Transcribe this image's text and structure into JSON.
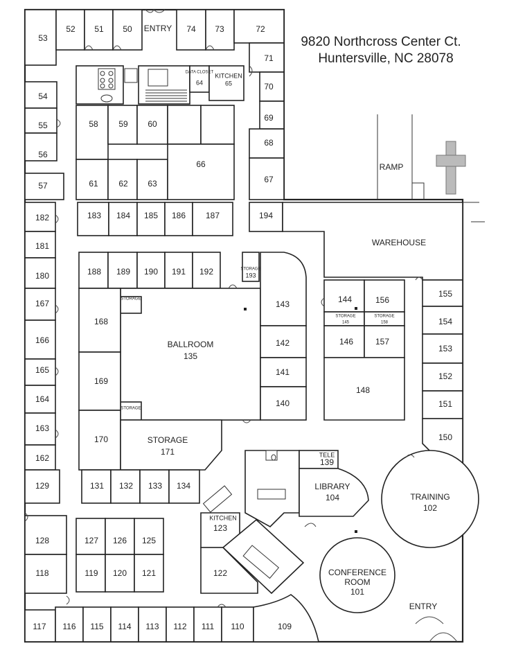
{
  "address": {
    "line1": "9820 Northcross Center Ct.",
    "line2": "Huntersville, NC 28078"
  },
  "labels": {
    "entry_top": "ENTRY",
    "entry_bottom": "ENTRY",
    "ramp": "RAMP",
    "warehouse": "WAREHOUSE",
    "data_closet": "DATA CLOSET",
    "kitchen_top": "KITCHEN",
    "kitchen_bottom": "KITCHEN",
    "ballroom": "BALLROOM",
    "storage_main": "STORAGE",
    "storage_small": "STORAGE",
    "tele": "TELE",
    "library": "LIBRARY",
    "training": "TRAINING",
    "conference_line1": "CONFERENCE",
    "conference_line2": "ROOM"
  },
  "rooms": [
    {
      "id": "53",
      "label": "53"
    },
    {
      "id": "52",
      "label": "52"
    },
    {
      "id": "51",
      "label": "51"
    },
    {
      "id": "50",
      "label": "50"
    },
    {
      "id": "74",
      "label": "74"
    },
    {
      "id": "73",
      "label": "73"
    },
    {
      "id": "72",
      "label": "72"
    },
    {
      "id": "71",
      "label": "71"
    },
    {
      "id": "70",
      "label": "70"
    },
    {
      "id": "69",
      "label": "69"
    },
    {
      "id": "68",
      "label": "68"
    },
    {
      "id": "67",
      "label": "67"
    },
    {
      "id": "64",
      "label": "64"
    },
    {
      "id": "65",
      "label": "65"
    },
    {
      "id": "54",
      "label": "54"
    },
    {
      "id": "55",
      "label": "55"
    },
    {
      "id": "56",
      "label": "56"
    },
    {
      "id": "57",
      "label": "57"
    },
    {
      "id": "58",
      "label": "58"
    },
    {
      "id": "59",
      "label": "59"
    },
    {
      "id": "60",
      "label": "60"
    },
    {
      "id": "61",
      "label": "61"
    },
    {
      "id": "62",
      "label": "62"
    },
    {
      "id": "63",
      "label": "63"
    },
    {
      "id": "66",
      "label": "66"
    },
    {
      "id": "182",
      "label": "182"
    },
    {
      "id": "183",
      "label": "183"
    },
    {
      "id": "184",
      "label": "184"
    },
    {
      "id": "185",
      "label": "185"
    },
    {
      "id": "186",
      "label": "186"
    },
    {
      "id": "187",
      "label": "187"
    },
    {
      "id": "194",
      "label": "194"
    },
    {
      "id": "181",
      "label": "181"
    },
    {
      "id": "180",
      "label": "180"
    },
    {
      "id": "188",
      "label": "188"
    },
    {
      "id": "189",
      "label": "189"
    },
    {
      "id": "190",
      "label": "190"
    },
    {
      "id": "191",
      "label": "191"
    },
    {
      "id": "192",
      "label": "192"
    },
    {
      "id": "193",
      "label": "193"
    },
    {
      "id": "167",
      "label": "167"
    },
    {
      "id": "168",
      "label": "168"
    },
    {
      "id": "166",
      "label": "166"
    },
    {
      "id": "135",
      "label": "135"
    },
    {
      "id": "143",
      "label": "143"
    },
    {
      "id": "144",
      "label": "144"
    },
    {
      "id": "156",
      "label": "156"
    },
    {
      "id": "145",
      "label": "145"
    },
    {
      "id": "158",
      "label": "158"
    },
    {
      "id": "155",
      "label": "155"
    },
    {
      "id": "154",
      "label": "154"
    },
    {
      "id": "142",
      "label": "142"
    },
    {
      "id": "146",
      "label": "146"
    },
    {
      "id": "157",
      "label": "157"
    },
    {
      "id": "153",
      "label": "153"
    },
    {
      "id": "165",
      "label": "165"
    },
    {
      "id": "169",
      "label": "169"
    },
    {
      "id": "141",
      "label": "141"
    },
    {
      "id": "148",
      "label": "148"
    },
    {
      "id": "152",
      "label": "152"
    },
    {
      "id": "164",
      "label": "164"
    },
    {
      "id": "140",
      "label": "140"
    },
    {
      "id": "151",
      "label": "151"
    },
    {
      "id": "163",
      "label": "163"
    },
    {
      "id": "170",
      "label": "170"
    },
    {
      "id": "171",
      "label": "171"
    },
    {
      "id": "150",
      "label": "150"
    },
    {
      "id": "162",
      "label": "162"
    },
    {
      "id": "139",
      "label": "139"
    },
    {
      "id": "129",
      "label": "129"
    },
    {
      "id": "131",
      "label": "131"
    },
    {
      "id": "132",
      "label": "132"
    },
    {
      "id": "133",
      "label": "133"
    },
    {
      "id": "134",
      "label": "134"
    },
    {
      "id": "104",
      "label": "104"
    },
    {
      "id": "102",
      "label": "102"
    },
    {
      "id": "123",
      "label": "123"
    },
    {
      "id": "128",
      "label": "128"
    },
    {
      "id": "127",
      "label": "127"
    },
    {
      "id": "126",
      "label": "126"
    },
    {
      "id": "125",
      "label": "125"
    },
    {
      "id": "118",
      "label": "118"
    },
    {
      "id": "119",
      "label": "119"
    },
    {
      "id": "120",
      "label": "120"
    },
    {
      "id": "121",
      "label": "121"
    },
    {
      "id": "122",
      "label": "122"
    },
    {
      "id": "101",
      "label": "101"
    },
    {
      "id": "117",
      "label": "117"
    },
    {
      "id": "116",
      "label": "116"
    },
    {
      "id": "115",
      "label": "115"
    },
    {
      "id": "114",
      "label": "114"
    },
    {
      "id": "113",
      "label": "113"
    },
    {
      "id": "112",
      "label": "112"
    },
    {
      "id": "111",
      "label": "111"
    },
    {
      "id": "110",
      "label": "110"
    },
    {
      "id": "109",
      "label": "109"
    }
  ]
}
